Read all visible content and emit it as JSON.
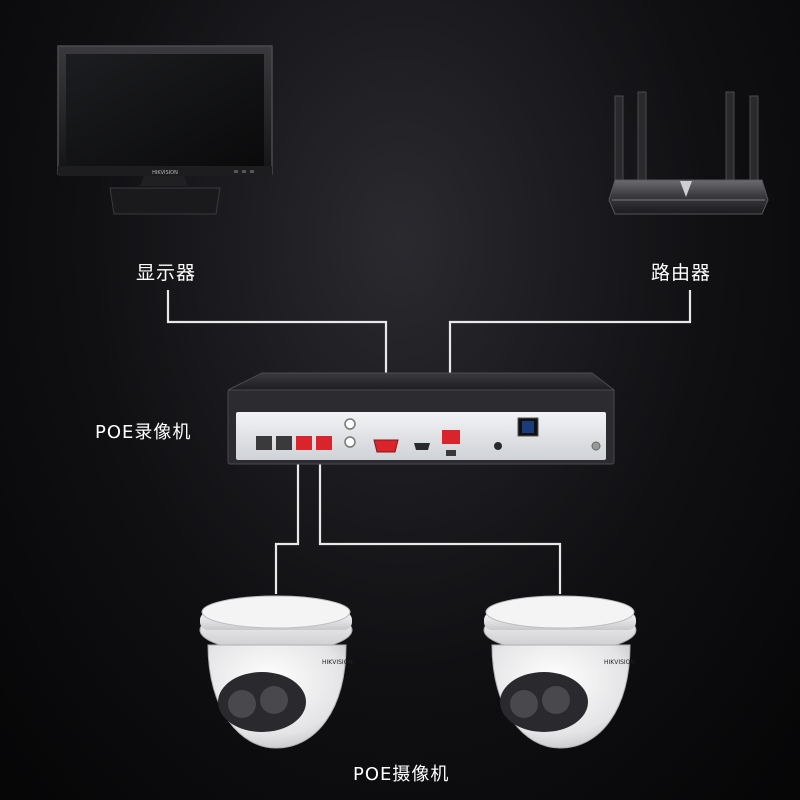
{
  "labels": {
    "monitor": "显示器",
    "router": "路由器",
    "nvr": "POE录像机",
    "cameras": "POE摄像机"
  },
  "devices": {
    "monitor": {
      "brand": "HIKVISION"
    },
    "camera_left": {
      "brand": "HIKVISION"
    },
    "camera_right": {
      "brand": "HIKVISION"
    }
  },
  "colors": {
    "background": "#0b0b0d",
    "cable": "#e8e8e8",
    "poe_port": "#d8242a",
    "nvr_body": "#1e1e22",
    "nvr_panel": "#e9ebee",
    "camera": "#eeeeef",
    "label": "#ffffff"
  },
  "icons": [
    "monitor-icon",
    "router-icon",
    "nvr-icon",
    "dome-camera-icon"
  ]
}
